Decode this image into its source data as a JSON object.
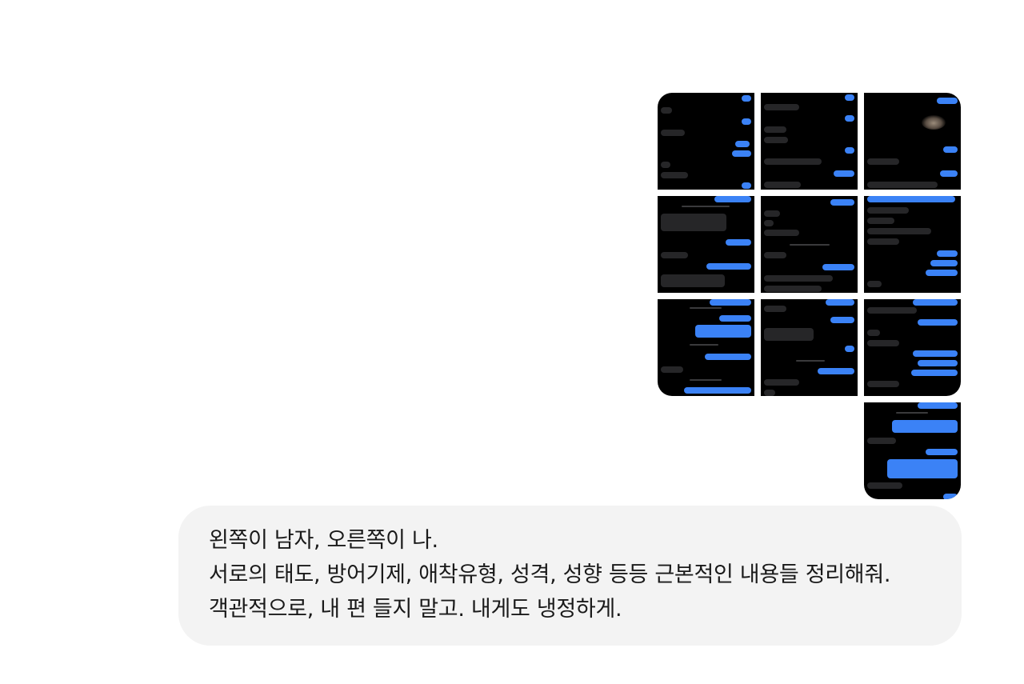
{
  "conversation": {
    "user_message": {
      "line1": "왼쪽이 남자, 오른쪽이 나.",
      "line2": "서로의 태도, 방어기제, 애착유형, 성격, 성향 등등 근본적인 내용들 정리해줘.",
      "line3": "객관적으로, 내 편 들지 말고. 내게도 냉정하게."
    },
    "attachments": {
      "count": 10,
      "kind": "chat screenshots",
      "colors": {
        "background": "#000000",
        "incoming": "#262628",
        "outgoing": "#3b82f6"
      }
    }
  }
}
